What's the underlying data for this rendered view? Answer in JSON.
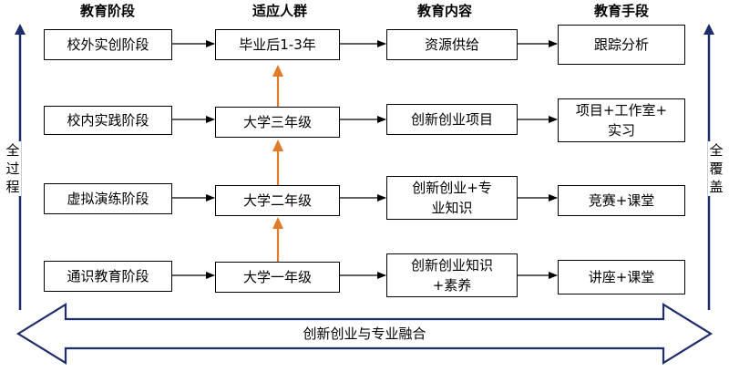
{
  "headers": {
    "stage": "教育阶段",
    "audience": "适应人群",
    "content": "教育内容",
    "means": "教育手段"
  },
  "rows": [
    {
      "stage": "校外实创阶段",
      "audience": "毕业后1-3年",
      "content": "资源供给",
      "means": "跟踪分析"
    },
    {
      "stage": "校内实践阶段",
      "audience": "大学三年级",
      "content": "创新创业项目",
      "means": "项目+工作室+\n实习"
    },
    {
      "stage": "虚拟演练阶段",
      "audience": "大学二年级",
      "content": "创新创业+专\n业知识",
      "means": "竞赛+课堂"
    },
    {
      "stage": "通识教育阶段",
      "audience": "大学一年级",
      "content": "创新创业知识\n+素养",
      "means": "讲座+课堂"
    }
  ],
  "left_label": "全\n过\n程",
  "right_label": "全\n覆\n盖",
  "bottom_label": "创新创业与专业融合",
  "colors": {
    "line": "#000000",
    "side_arrow": "#1f2d6b",
    "up_arrow": "#e07b2a"
  }
}
